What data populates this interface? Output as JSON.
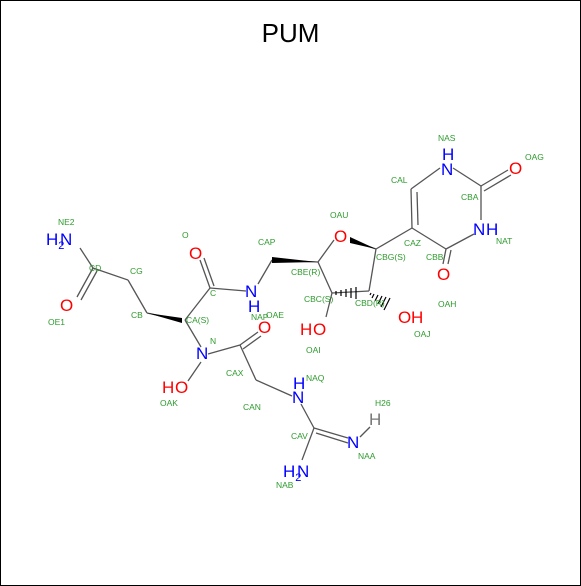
{
  "title": "PUM",
  "colors": {
    "oxygen": "#ff0000",
    "nitrogen": "#0000ff",
    "hydrogen": "#777777",
    "atom_label": "#2e9a2e",
    "bond": "#555555"
  },
  "atoms": {
    "NE2": {
      "el": "N",
      "h": "H2",
      "hpos": "before",
      "color": "nitrogen"
    },
    "OE1": {
      "el": "O",
      "color": "oxygen"
    },
    "O": {
      "el": "O",
      "color": "oxygen"
    },
    "N_amide": {
      "el": "N",
      "h": "H",
      "hpos": "below",
      "color": "nitrogen"
    },
    "N": {
      "el": "N",
      "color": "nitrogen"
    },
    "OAK": {
      "el": "O",
      "h": "H",
      "hpos": "before",
      "color": "oxygen"
    },
    "OAE": {
      "el": "O",
      "color": "oxygen"
    },
    "OAU": {
      "el": "O",
      "color": "oxygen"
    },
    "OAI": {
      "el": "O",
      "h": "H",
      "hpos": "before",
      "color": "oxygen"
    },
    "OAJ": {
      "el": "O",
      "h": "H",
      "hpos": "after",
      "color": "oxygen"
    },
    "NAS": {
      "el": "N",
      "h": "H",
      "hpos": "above",
      "color": "nitrogen"
    },
    "OAG": {
      "el": "O",
      "color": "oxygen"
    },
    "NAT": {
      "el": "N",
      "h": "H",
      "hpos": "after",
      "color": "nitrogen"
    },
    "OAH": {
      "el": "O",
      "color": "oxygen"
    },
    "NAQ": {
      "el": "N",
      "h": "H",
      "hpos": "above",
      "color": "nitrogen"
    },
    "NAA": {
      "el": "N",
      "color": "nitrogen"
    },
    "H26": {
      "el": "H",
      "color": "hydrogen"
    },
    "NAB": {
      "el": "N",
      "h": "H2",
      "hpos": "before",
      "color": "nitrogen"
    }
  },
  "atom_labels": [
    "NE2",
    "CD",
    "CG",
    "OE1",
    "O",
    "C",
    "CB",
    "CA(S)",
    "NAP",
    "N",
    "OAE",
    "CAX",
    "OAK",
    "CAN",
    "NAQ",
    "CAV",
    "H26",
    "NAA",
    "NAB",
    "CAP",
    "OAU",
    "CBE(R)",
    "CBC(S)",
    "CBD(R)",
    "OAI",
    "OAJ",
    "CBG(S)",
    "CAZ",
    "CAL",
    "NAS",
    "CBA",
    "OAG",
    "NAT",
    "CBB",
    "OAH"
  ]
}
